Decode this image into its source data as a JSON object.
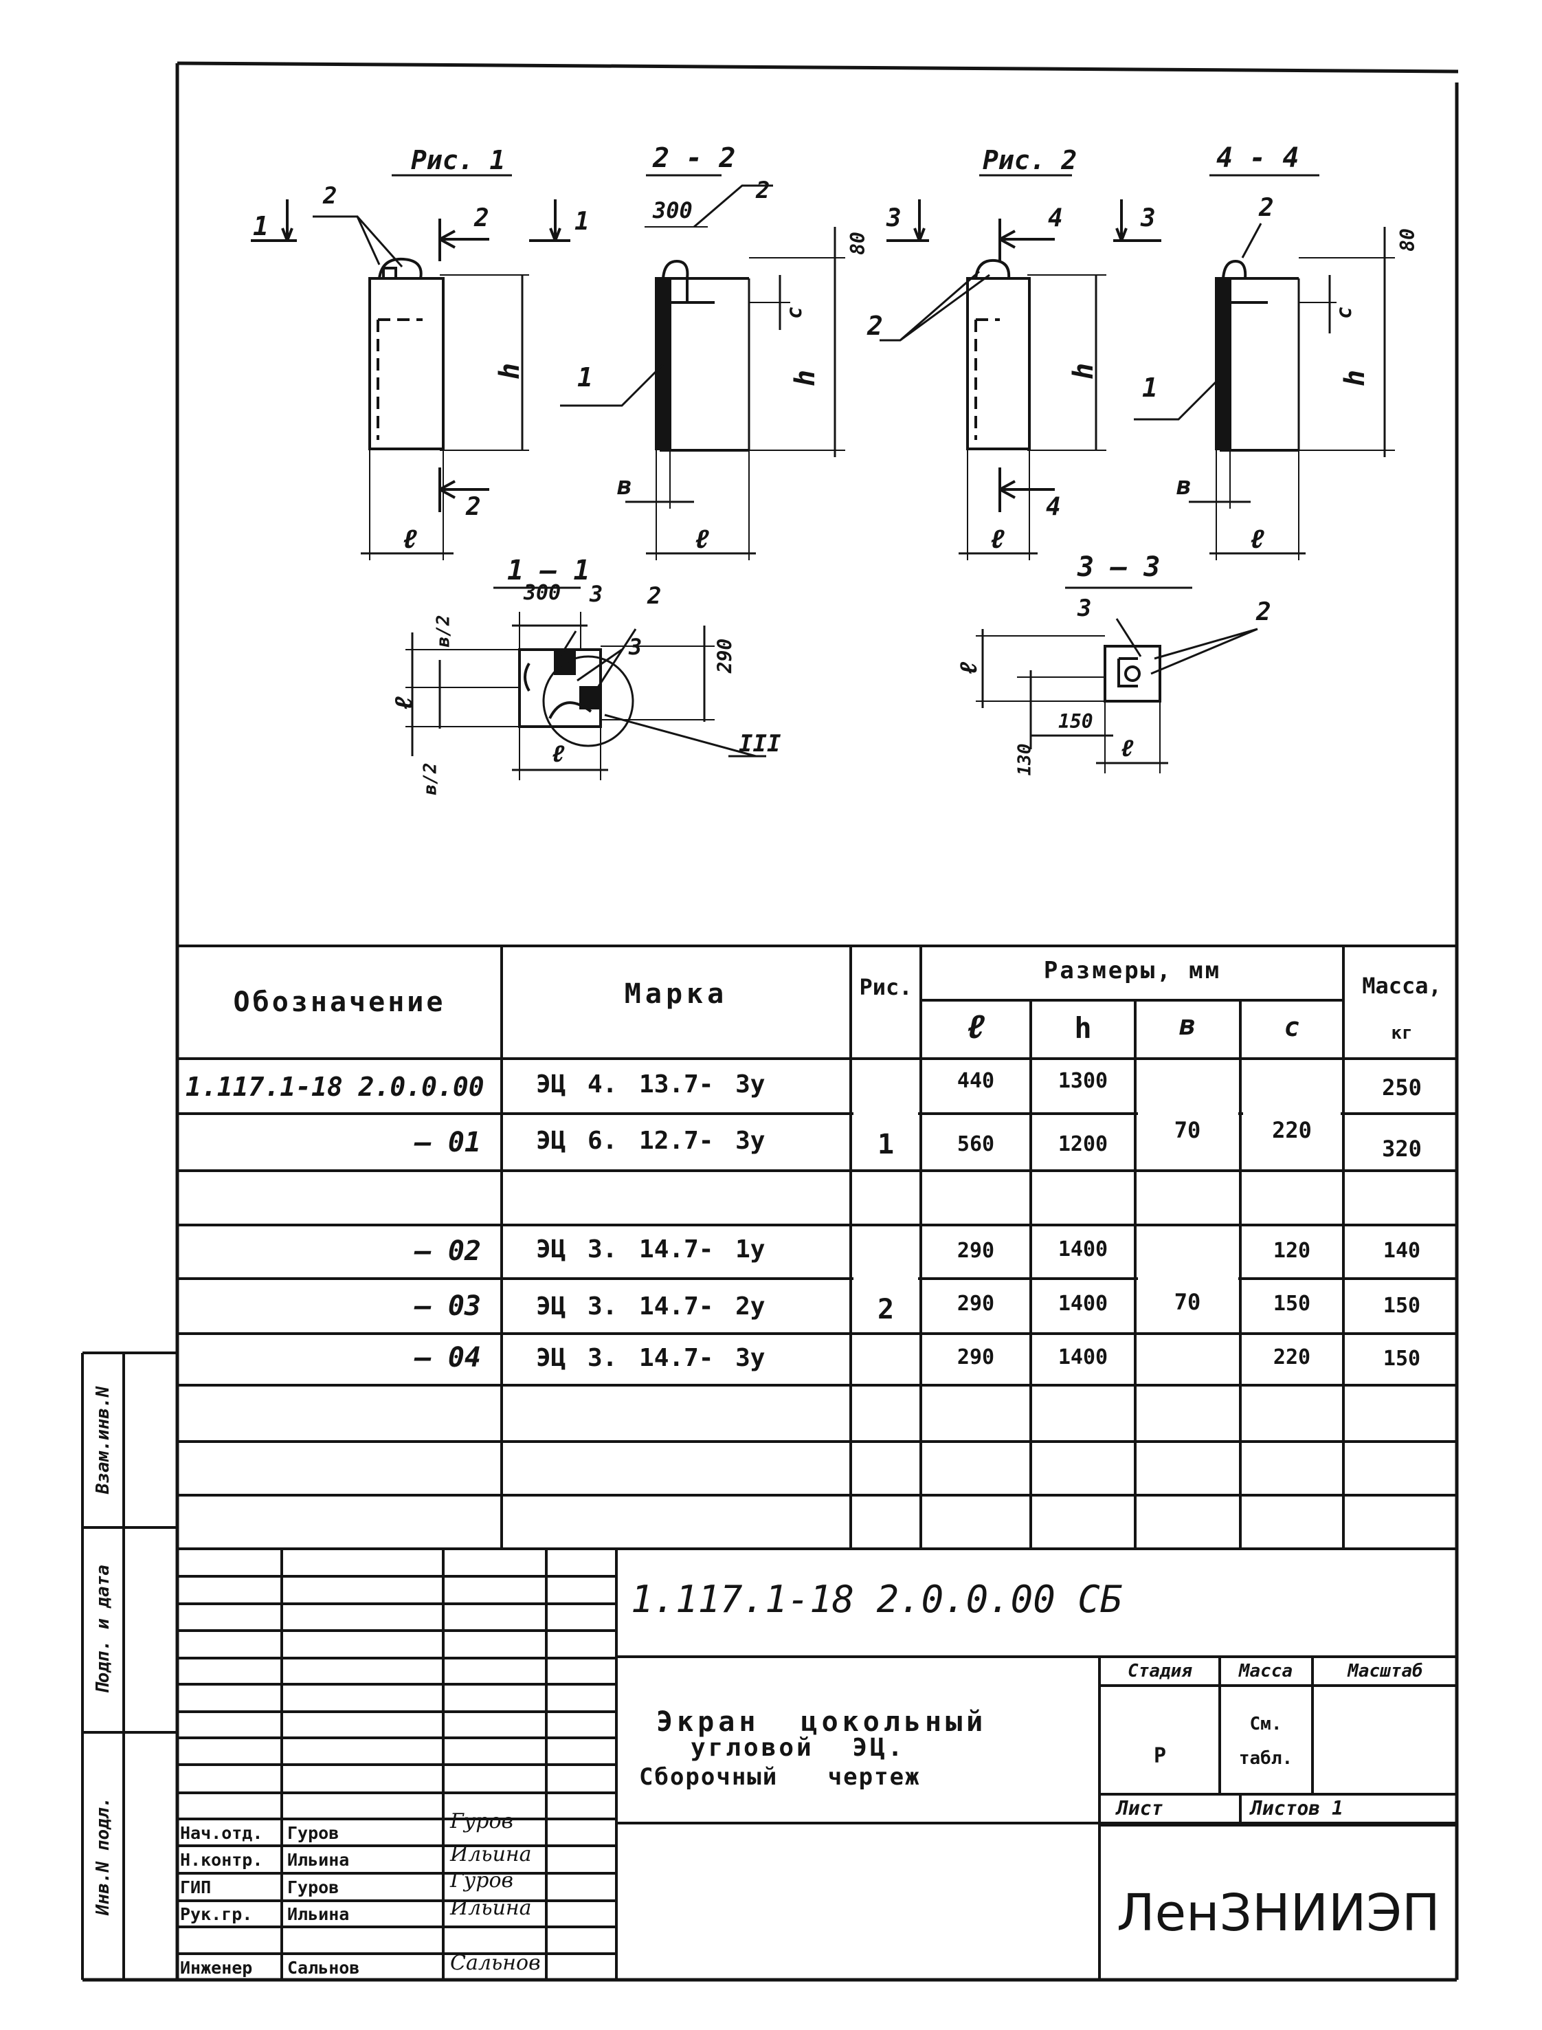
{
  "drawing": {
    "fig1_title": "Рис. 1",
    "fig2_title": "Рис. 2",
    "sec22_title": "2 - 2",
    "sec44_title": "4 - 4",
    "sec11_title": "1 — 1",
    "sec33_title": "3 — 3",
    "lbl_1": "1",
    "lbl_2": "2",
    "lbl_3": "3",
    "lbl_4": "4",
    "lbl_III": "III",
    "dim_300": "300",
    "dim_80": "80",
    "dim_290": "290",
    "dim_150": "150",
    "dim_130": "130",
    "dim_c": "c",
    "dim_h": "h",
    "dim_l": "ℓ",
    "dim_b": "в",
    "dim_b2": "в/2"
  },
  "spec": {
    "headers": {
      "designation": "Обозначение",
      "mark": "Марка",
      "fig": "Рис.",
      "dims": "Размеры, мм",
      "l": "ℓ",
      "h": "h",
      "b": "в",
      "c": "с",
      "mass": "Масса,",
      "mass_unit": "кг"
    },
    "rows": [
      {
        "designation": "1.117.1-18 2.0.0.00",
        "mark": "ЭЦ 4. 13.7- 3у",
        "l": "440",
        "h": "1300",
        "mass": "250"
      },
      {
        "designation": "— 01",
        "mark": "ЭЦ 6. 12.7- 3у",
        "l": "560",
        "h": "1200",
        "mass": "320"
      },
      {
        "designation": "— 02",
        "mark": "ЭЦ 3. 14.7- 1у",
        "l": "290",
        "h": "1400",
        "c": "120",
        "mass": "140"
      },
      {
        "designation": "— 03",
        "mark": "ЭЦ 3. 14.7- 2у",
        "l": "290",
        "h": "1400",
        "c": "150",
        "mass": "150"
      },
      {
        "designation": "— 04",
        "mark": "ЭЦ 3. 14.7- 3у",
        "l": "290",
        "h": "1400",
        "c": "220",
        "mass": "150"
      }
    ],
    "group1": {
      "fig": "1",
      "b": "70",
      "c": "220"
    },
    "group2": {
      "fig": "2",
      "b": "70"
    }
  },
  "side_stamp": {
    "vzam": "Взам.инв.N",
    "podp": "Подп. и дата",
    "inv": "Инв.N подл."
  },
  "title_block": {
    "doc_code": "1.117.1-18 2.0.0.00 СБ",
    "name_line1": "Экран цокольный",
    "name_line2": "угловой ЭЦ.",
    "name_line3": "Сборочный чертеж",
    "stage_label": "Стадия",
    "mass_label": "Масса",
    "scale_label": "Масштаб",
    "stage_value": "Р",
    "mass_value_1": "См.",
    "mass_value_2": "табл.",
    "sheet_label": "Лист",
    "sheets_label": "Листов 1",
    "org": "ЛенЗНИИЭП",
    "people": [
      {
        "role": "Нач.отд.",
        "name": "Гуров",
        "sign": "Гуров"
      },
      {
        "role": "Н.контр.",
        "name": "Ильина",
        "sign": "Ильина"
      },
      {
        "role": "ГИП",
        "name": "Гуров",
        "sign": "Гуров"
      },
      {
        "role": "Рук.гр.",
        "name": "Ильина",
        "sign": "Ильина"
      },
      {
        "role": "Инженер",
        "name": "Сальнов",
        "sign": "Сальнов"
      }
    ]
  }
}
